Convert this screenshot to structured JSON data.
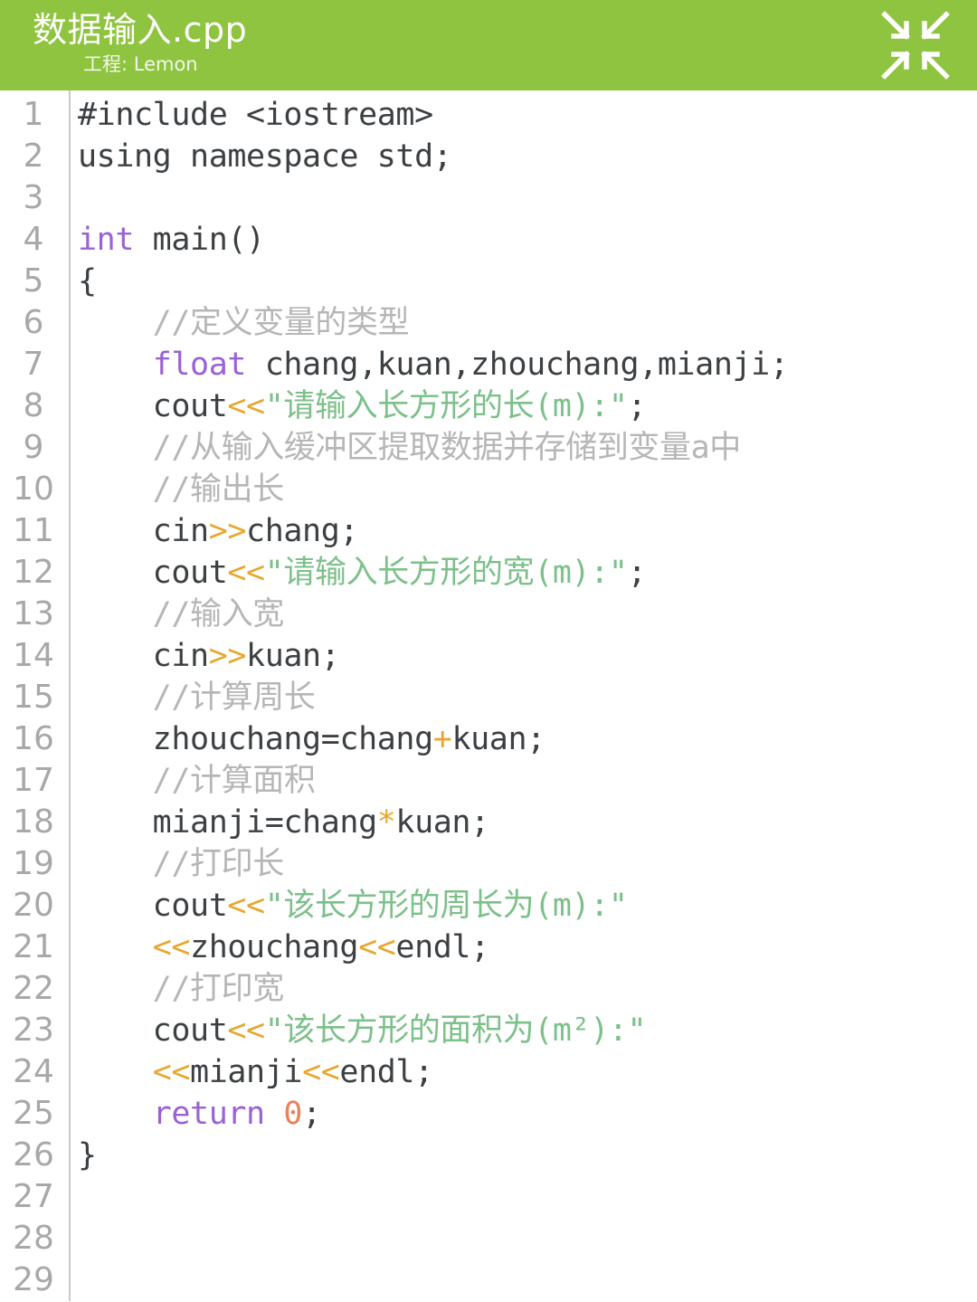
{
  "header": {
    "file_title": "数据输入.cpp",
    "project_label": "工程:",
    "project_name": "Lemon",
    "project_line": "工程: Lemon",
    "collapse_icon": "collapse-inward-arrows-icon",
    "background_color": "#8FC440",
    "title_color": "#FFFFFF"
  },
  "editor": {
    "language": "cpp",
    "background_color": "#FFFFFF",
    "gutter_color": "#A8A8A8",
    "token_colors": {
      "keyword": "#9A62D6",
      "string": "#7CC08A",
      "comment": "#B6B6B6",
      "operator": "#E8A830",
      "number": "#E8825A",
      "plain": "#3C4043"
    },
    "total_lines": 29,
    "line_numbers": [
      1,
      2,
      3,
      4,
      5,
      6,
      7,
      8,
      9,
      10,
      11,
      12,
      13,
      14,
      15,
      16,
      17,
      18,
      19,
      20,
      21,
      22,
      23,
      24,
      25,
      26,
      27,
      28,
      29
    ],
    "lines": [
      {
        "n": 1,
        "tokens": [
          {
            "t": "#include <iostream>",
            "c": "pln"
          }
        ]
      },
      {
        "n": 2,
        "tokens": [
          {
            "t": "using namespace std;",
            "c": "pln"
          }
        ]
      },
      {
        "n": 3,
        "tokens": []
      },
      {
        "n": 4,
        "tokens": [
          {
            "t": "int",
            "c": "kw"
          },
          {
            "t": " main()",
            "c": "pln"
          }
        ]
      },
      {
        "n": 5,
        "tokens": [
          {
            "t": "{",
            "c": "pln"
          }
        ]
      },
      {
        "n": 6,
        "tokens": [
          {
            "t": "    //定义变量的类型",
            "c": "cmt"
          }
        ]
      },
      {
        "n": 7,
        "tokens": [
          {
            "t": "    ",
            "c": "pln"
          },
          {
            "t": "float",
            "c": "kw"
          },
          {
            "t": " chang,kuan,zhouchang,mianji;",
            "c": "pln"
          }
        ]
      },
      {
        "n": 8,
        "tokens": [
          {
            "t": "    cout",
            "c": "pln"
          },
          {
            "t": "<<",
            "c": "op"
          },
          {
            "t": "\"请输入长方形的长(m):\"",
            "c": "str"
          },
          {
            "t": ";",
            "c": "pln"
          }
        ]
      },
      {
        "n": 9,
        "tokens": [
          {
            "t": "    //从输入缓冲区提取数据并存储到变量a中",
            "c": "cmt"
          }
        ]
      },
      {
        "n": 10,
        "tokens": [
          {
            "t": "    //输出长",
            "c": "cmt"
          }
        ]
      },
      {
        "n": 11,
        "tokens": [
          {
            "t": "    cin",
            "c": "pln"
          },
          {
            "t": ">>",
            "c": "op"
          },
          {
            "t": "chang;",
            "c": "pln"
          }
        ]
      },
      {
        "n": 12,
        "tokens": [
          {
            "t": "    cout",
            "c": "pln"
          },
          {
            "t": "<<",
            "c": "op"
          },
          {
            "t": "\"请输入长方形的宽(m):\"",
            "c": "str"
          },
          {
            "t": ";",
            "c": "pln"
          }
        ]
      },
      {
        "n": 13,
        "tokens": [
          {
            "t": "    //输入宽",
            "c": "cmt"
          }
        ]
      },
      {
        "n": 14,
        "tokens": [
          {
            "t": "    cin",
            "c": "pln"
          },
          {
            "t": ">>",
            "c": "op"
          },
          {
            "t": "kuan;",
            "c": "pln"
          }
        ]
      },
      {
        "n": 15,
        "tokens": [
          {
            "t": "    //计算周长",
            "c": "cmt"
          }
        ]
      },
      {
        "n": 16,
        "tokens": [
          {
            "t": "    zhouchang=chang",
            "c": "pln"
          },
          {
            "t": "+",
            "c": "op"
          },
          {
            "t": "kuan;",
            "c": "pln"
          }
        ]
      },
      {
        "n": 17,
        "tokens": [
          {
            "t": "    //计算面积",
            "c": "cmt"
          }
        ]
      },
      {
        "n": 18,
        "tokens": [
          {
            "t": "    mianji=chang",
            "c": "pln"
          },
          {
            "t": "*",
            "c": "op"
          },
          {
            "t": "kuan;",
            "c": "pln"
          }
        ]
      },
      {
        "n": 19,
        "tokens": [
          {
            "t": "    //打印长",
            "c": "cmt"
          }
        ]
      },
      {
        "n": 20,
        "tokens": [
          {
            "t": "    cout",
            "c": "pln"
          },
          {
            "t": "<<",
            "c": "op"
          },
          {
            "t": "\"该长方形的周长为(m):\"",
            "c": "str"
          }
        ]
      },
      {
        "n": 21,
        "tokens": [
          {
            "t": "    ",
            "c": "pln"
          },
          {
            "t": "<<",
            "c": "op"
          },
          {
            "t": "zhouchang",
            "c": "pln"
          },
          {
            "t": "<<",
            "c": "op"
          },
          {
            "t": "endl;",
            "c": "pln"
          }
        ]
      },
      {
        "n": 22,
        "tokens": [
          {
            "t": "    //打印宽",
            "c": "cmt"
          }
        ]
      },
      {
        "n": 23,
        "tokens": [
          {
            "t": "    cout",
            "c": "pln"
          },
          {
            "t": "<<",
            "c": "op"
          },
          {
            "t": "\"该长方形的面积为(m²):\"",
            "c": "str"
          }
        ]
      },
      {
        "n": 24,
        "tokens": [
          {
            "t": "    ",
            "c": "pln"
          },
          {
            "t": "<<",
            "c": "op"
          },
          {
            "t": "mianji",
            "c": "pln"
          },
          {
            "t": "<<",
            "c": "op"
          },
          {
            "t": "endl;",
            "c": "pln"
          }
        ]
      },
      {
        "n": 25,
        "tokens": [
          {
            "t": "    ",
            "c": "pln"
          },
          {
            "t": "return",
            "c": "kw"
          },
          {
            "t": " ",
            "c": "pln"
          },
          {
            "t": "0",
            "c": "num"
          },
          {
            "t": ";",
            "c": "pln"
          }
        ]
      },
      {
        "n": 26,
        "tokens": [
          {
            "t": "}",
            "c": "pln"
          }
        ]
      },
      {
        "n": 27,
        "tokens": []
      },
      {
        "n": 28,
        "tokens": []
      },
      {
        "n": 29,
        "tokens": []
      }
    ]
  }
}
